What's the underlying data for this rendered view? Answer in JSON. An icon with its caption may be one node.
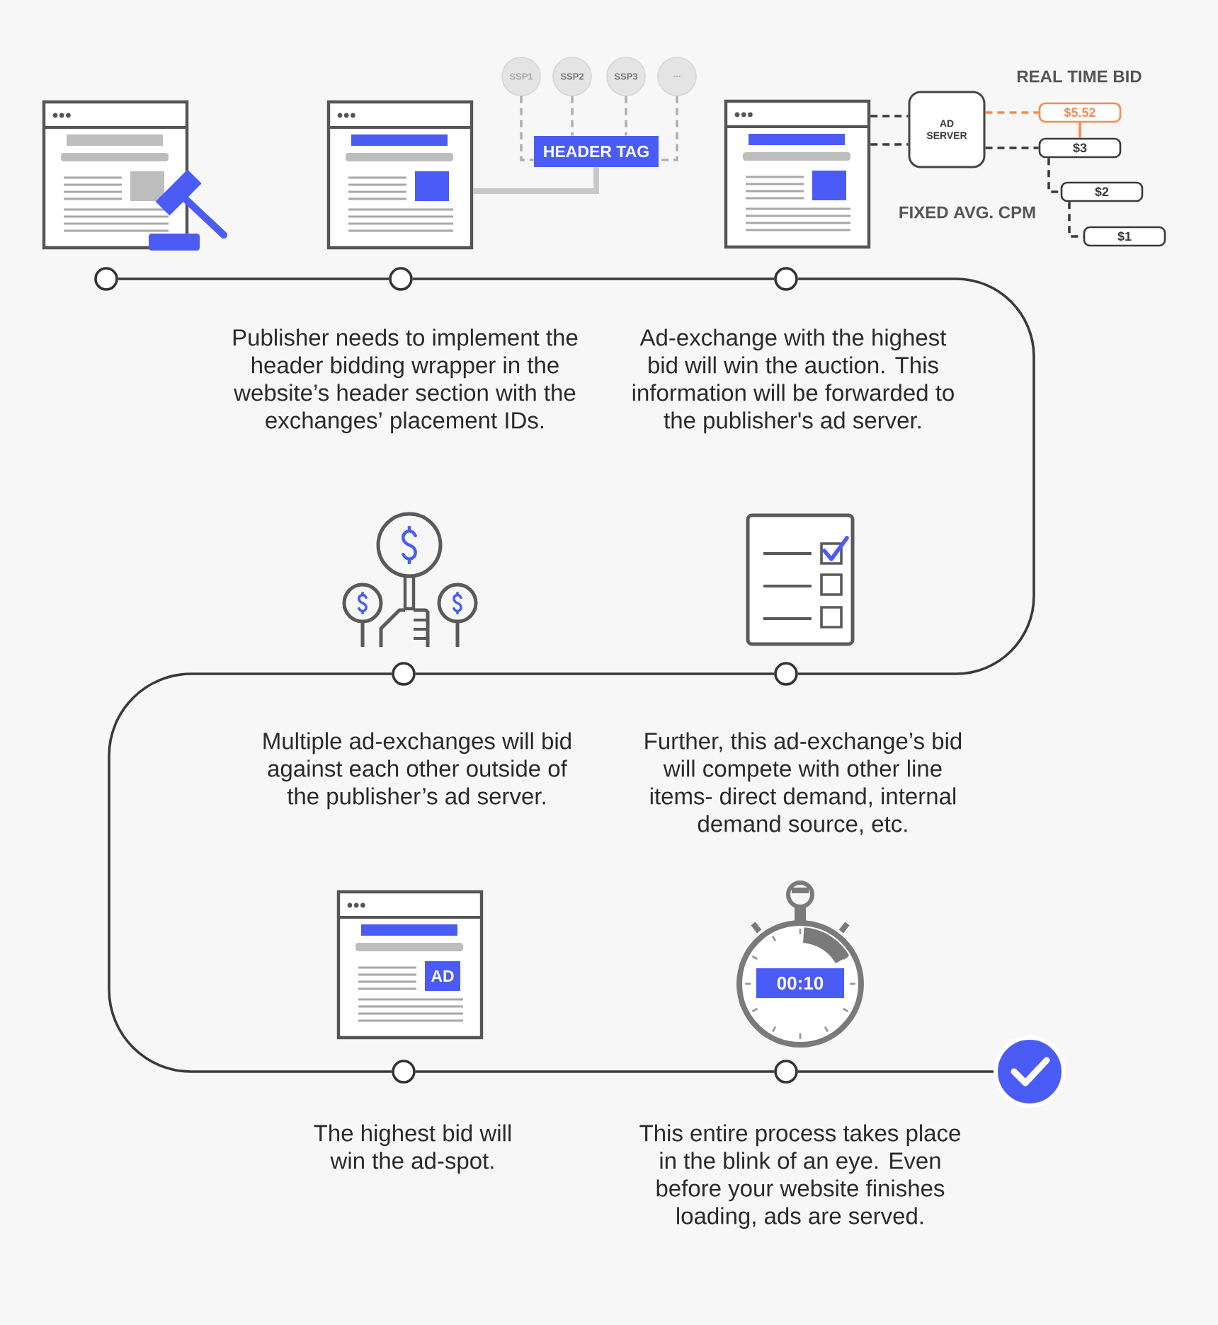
{
  "diagram": {
    "nodes": [
      {
        "text": [
          "SSP1"
        ]
      },
      {
        "text": [
          "SSP2"
        ]
      },
      {
        "text": [
          "SSP3"
        ]
      },
      {
        "text": [
          "..."
        ]
      },
      {
        "text": [
          "HEADER TAG"
        ]
      },
      {
        "text": [],
        "shape": "picture"
      },
      {
        "text": [],
        "shape": "picture"
      },
      {
        "text": [
          "AD SERVER"
        ]
      },
      {
        "text": [
          "$5.52"
        ]
      },
      {
        "text": [
          "$3"
        ]
      },
      {
        "text": [
          "$2"
        ]
      },
      {
        "text": [
          "$1"
        ]
      },
      {
        "text": [],
        "shape": "circle"
      },
      {
        "text": [],
        "shape": "circle",
        "beside": [
          "Publisher needs to implement the header bidding wrapper in the website’s header section with the exchanges’ placement IDs."
        ]
      },
      {
        "text": [],
        "shape": "circle",
        "beside": [
          "Ad-exchange with the highest bid will win the auction. This information will be forwarded to the publisher's ad server."
        ]
      },
      {
        "text": [],
        "shape": "circle",
        "beside": [
          "Multiple ad-exchanges will bid against each other outside of the publisher’s ad server."
        ]
      },
      {
        "text": [],
        "shape": "circle",
        "beside": [
          "Further, this ad-exchange’s bid will compete with other line items- direct demand, internal demand source, etc."
        ]
      },
      {
        "text": [
          "AD"
        ]
      },
      {
        "text": [
          "00:10"
        ]
      },
      {
        "text": [],
        "shape": "circle",
        "beside": [
          "The highest bid will win the ad-spot."
        ]
      },
      {
        "text": [],
        "shape": "circle",
        "beside": [
          "This entire process takes place in the blink of an eye. Even before your website finishes loading, ads are served."
        ]
      },
      {
        "text": [],
        "shape": "circle"
      }
    ],
    "edges": [
      {
        "from": 0,
        "to": 4,
        "arrow": "none",
        "style": "dashed",
        "color": "#b0b0b0"
      },
      {
        "from": 1,
        "to": 4,
        "arrow": "none",
        "style": "dashed",
        "color": "#b0b0b0"
      },
      {
        "from": 2,
        "to": 4,
        "arrow": "none",
        "style": "dashed",
        "color": "#b0b0b0"
      },
      {
        "from": 3,
        "to": 4,
        "arrow": "none",
        "style": "dashed",
        "color": "#b0b0b0"
      },
      {
        "from": 5,
        "to": 4,
        "arrow": "none",
        "style": "thick",
        "color": "#c8c8c8"
      },
      {
        "from": 6,
        "to": 7,
        "arrow": "none",
        "style": "dashed"
      },
      {
        "from": 6,
        "to": 7,
        "arrow": "none",
        "style": "dashed"
      },
      {
        "from": 7,
        "to": 8,
        "arrow": "none",
        "style": "dashed",
        "color": "#f7894f"
      },
      {
        "from": 7,
        "to": 9,
        "arrow": "none",
        "style": "dashed"
      },
      {
        "from": 8,
        "to": 9,
        "arrow": "none",
        "color": "#f7894f"
      },
      {
        "from": 9,
        "to": 10,
        "arrow": "none",
        "style": "dashed"
      },
      {
        "from": 10,
        "to": 11,
        "arrow": "none",
        "style": "dashed"
      },
      {
        "from": 12,
        "to": 13,
        "arrow": "none"
      },
      {
        "from": 13,
        "to": 14,
        "arrow": "none"
      },
      {
        "from": 14,
        "to": 16,
        "arrow": "none"
      },
      {
        "from": 16,
        "to": 15,
        "arrow": "none"
      },
      {
        "from": 15,
        "to": 19,
        "arrow": "none"
      },
      {
        "from": 19,
        "to": 20,
        "arrow": "none"
      },
      {
        "from": 20,
        "to": 21,
        "arrow": "none"
      }
    ],
    "labels": [
      "REAL TIME BID",
      "FIXED AVG. CPM"
    ]
  }
}
